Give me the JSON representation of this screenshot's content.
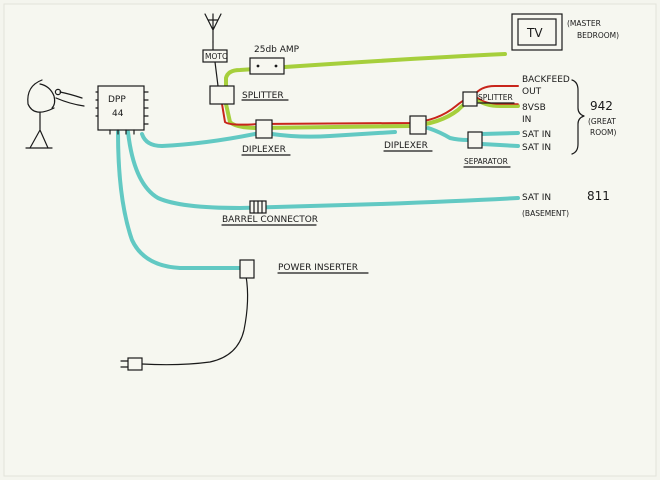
{
  "labels": {
    "dpp": "DPP",
    "dpp_num": "44",
    "moto": "MOTO",
    "amp": "25db AMP",
    "splitter_top": "SPLITTER",
    "diplexer_left": "DIPLEXER",
    "diplexer_right": "DIPLEXER",
    "splitter_right": "SPLITTER",
    "separator": "SEPARATOR",
    "barrel": "BARREL CONNECTOR",
    "power_inserter": "POWER INSERTER",
    "tv": "TV",
    "master1": "(MASTER",
    "master2": "BEDROOM)",
    "backfeed1": "BACKFEED",
    "backfeed2": "OUT",
    "vsb1": "8VSB",
    "vsb2": "IN",
    "satin1": "SAT IN",
    "satin2": "SAT IN",
    "num942": "942",
    "great1": "(GREAT",
    "great2": "ROOM)",
    "satin3": "SAT IN",
    "num811": "811",
    "basement": "(BASEMENT)"
  },
  "colors": {
    "ink": "#1a1a1a",
    "ota_green": "#a6cf3c",
    "coax_cyan": "#62c9c3",
    "red": "#c8251b",
    "paper": "#f4f5ee"
  }
}
